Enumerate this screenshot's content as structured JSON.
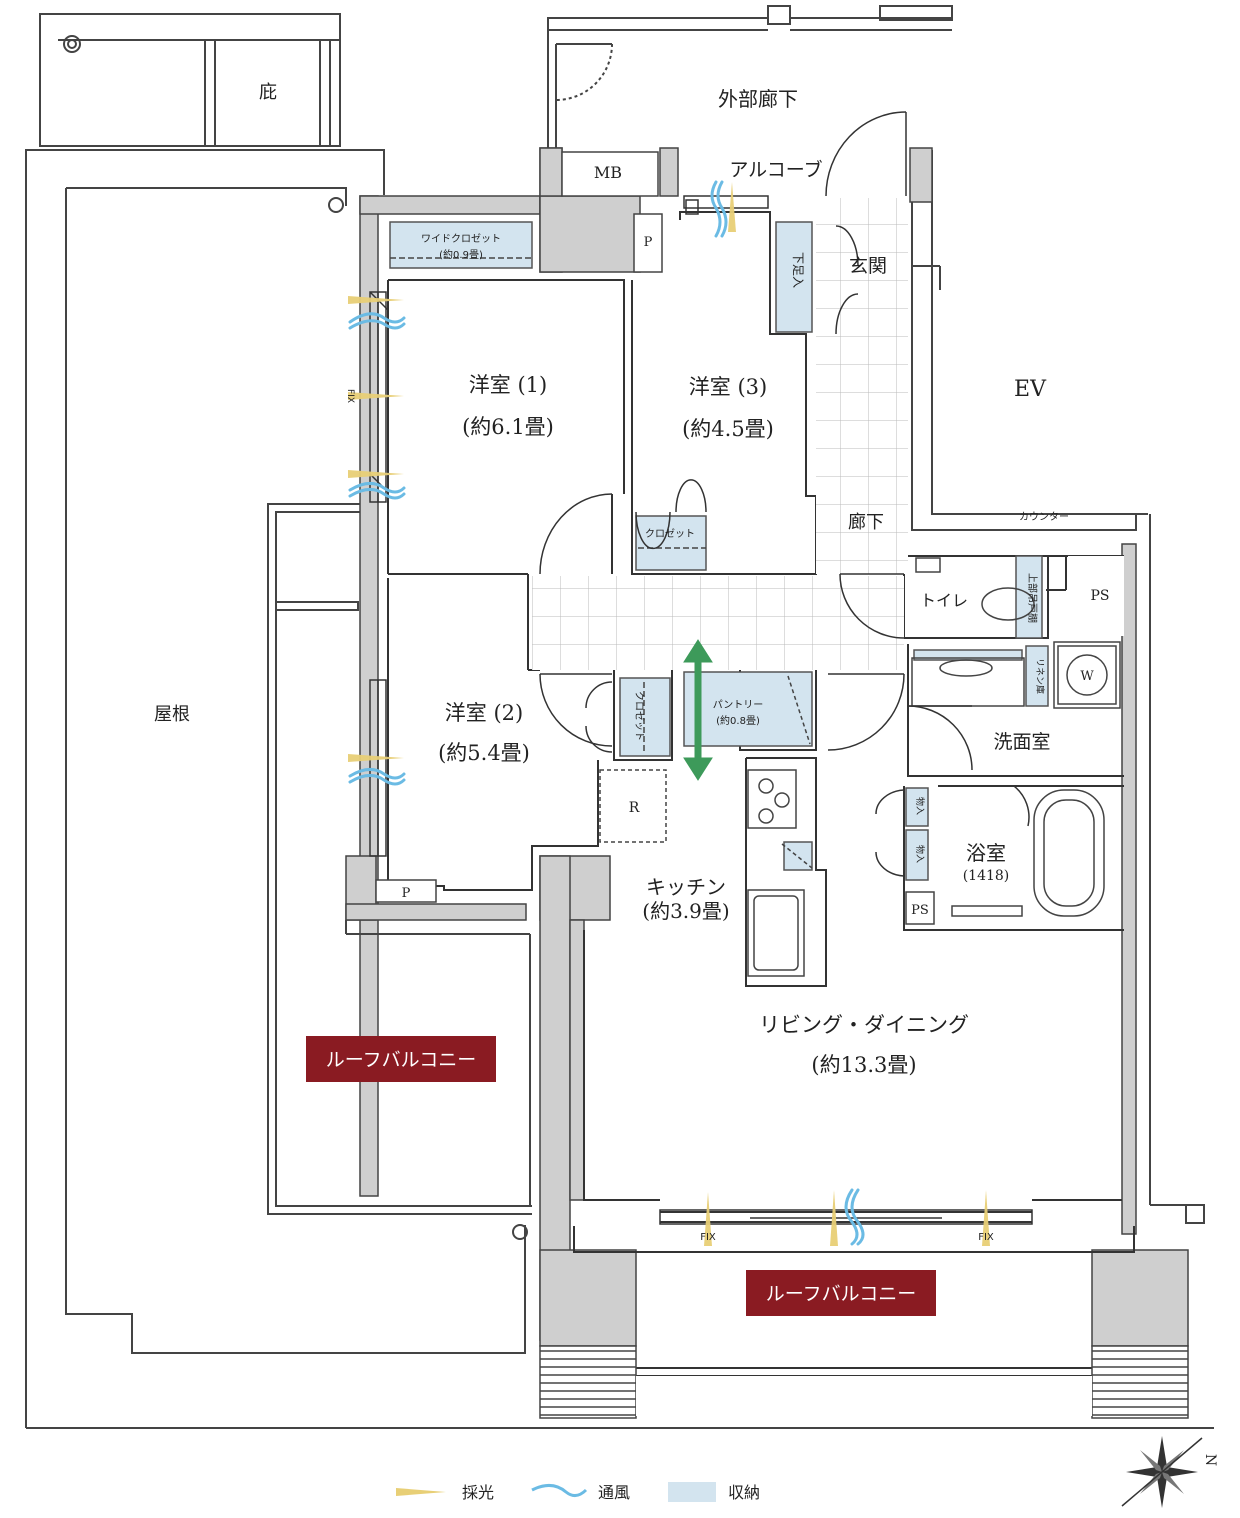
{
  "rooms": {
    "eave": "庇",
    "outer_corridor": "外部廊下",
    "mb": "MB",
    "alcove": "アルコーブ",
    "entrance": "玄関",
    "ev": "EV",
    "roof": "屋根",
    "hallway": "廊下",
    "counter": "カウンター",
    "toilet": "トイレ",
    "ps": "PS",
    "washroom": "洗面室",
    "bath": "浴室",
    "bath_size": "(1418)",
    "shoe_closet": "下足入",
    "wide_closet_1": "ワイドクロゼット",
    "wide_closet_2": "(約0.9畳)",
    "western1_name": "洋室 (1)",
    "western1_size": "(約6.1畳)",
    "western3_name": "洋室 (3)",
    "western3_size": "(約4.5畳)",
    "western2_name": "洋室 (2)",
    "western2_size": "(約5.4畳)",
    "closet": "クロゼット",
    "pantry_1": "パントリー",
    "pantry_2": "(約0.8畳)",
    "kitchen_name": "キッチン",
    "kitchen_size": "(約3.9畳)",
    "ld_name": "リビング・ダイニング",
    "ld_size": "(約13.3畳)",
    "roof_balcony": "ルーフバルコニー",
    "fix": "FIX",
    "p": "P",
    "r": "R",
    "w": "W",
    "upper_cabinet": "上部吊戸棚",
    "linen": "リネン庫",
    "storage": "物入"
  },
  "legend": {
    "light": "採光",
    "wind": "通風",
    "storage": "収納"
  },
  "compass": "N",
  "colors": {
    "storage": "#d3e4ef",
    "light": "#e8cf76",
    "wind": "#6bbbe4",
    "wall": "#cfcfcf",
    "badge": "#8a1b22",
    "arrow": "#3d9a5a"
  }
}
